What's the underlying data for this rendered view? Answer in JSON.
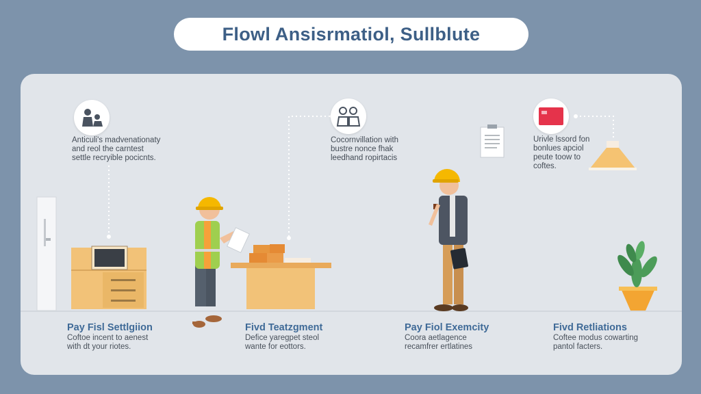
{
  "title": "Flowl Ansisrmatiol, Sullblute",
  "top_notes": [
    {
      "lines": [
        "Anticuli's madvenationaty",
        "and reol the carntest",
        "settle recryible pocicnts."
      ]
    },
    {
      "lines": [
        "Cocornvillation with",
        "bustre nonce fhak",
        "leedhand ropirtacis"
      ]
    },
    {
      "lines": [
        "Urivle lssord fon",
        "bonlues apciol",
        "peute toow to",
        "coftes."
      ]
    }
  ],
  "sections": [
    {
      "title": "Pay Fisl Settlgiion",
      "desc": [
        "Coftoe incent to aenest",
        "with dt your riotes."
      ]
    },
    {
      "title": "Fivd Teatzgment",
      "desc": [
        "Defice yaregpet steol",
        "wante for eottors."
      ]
    },
    {
      "title": "Pay Fiol Exemcity",
      "desc": [
        "Coora aetlagence",
        "recamfrer ertlatines"
      ]
    },
    {
      "title": "Fivd Retliations",
      "desc": [
        "Coftee modus cowarting",
        "pantol facters."
      ]
    }
  ],
  "icons": [
    "people-icon",
    "team-icon",
    "card-icon"
  ],
  "colors": {
    "background": "#7d93ab",
    "panel": "#e1e5ea",
    "title_text": "#3d5f86",
    "section_title": "#3f6a97",
    "hard_hat": "#f5b800",
    "vest": "#9fcf4f",
    "wood": "#f2c278"
  }
}
